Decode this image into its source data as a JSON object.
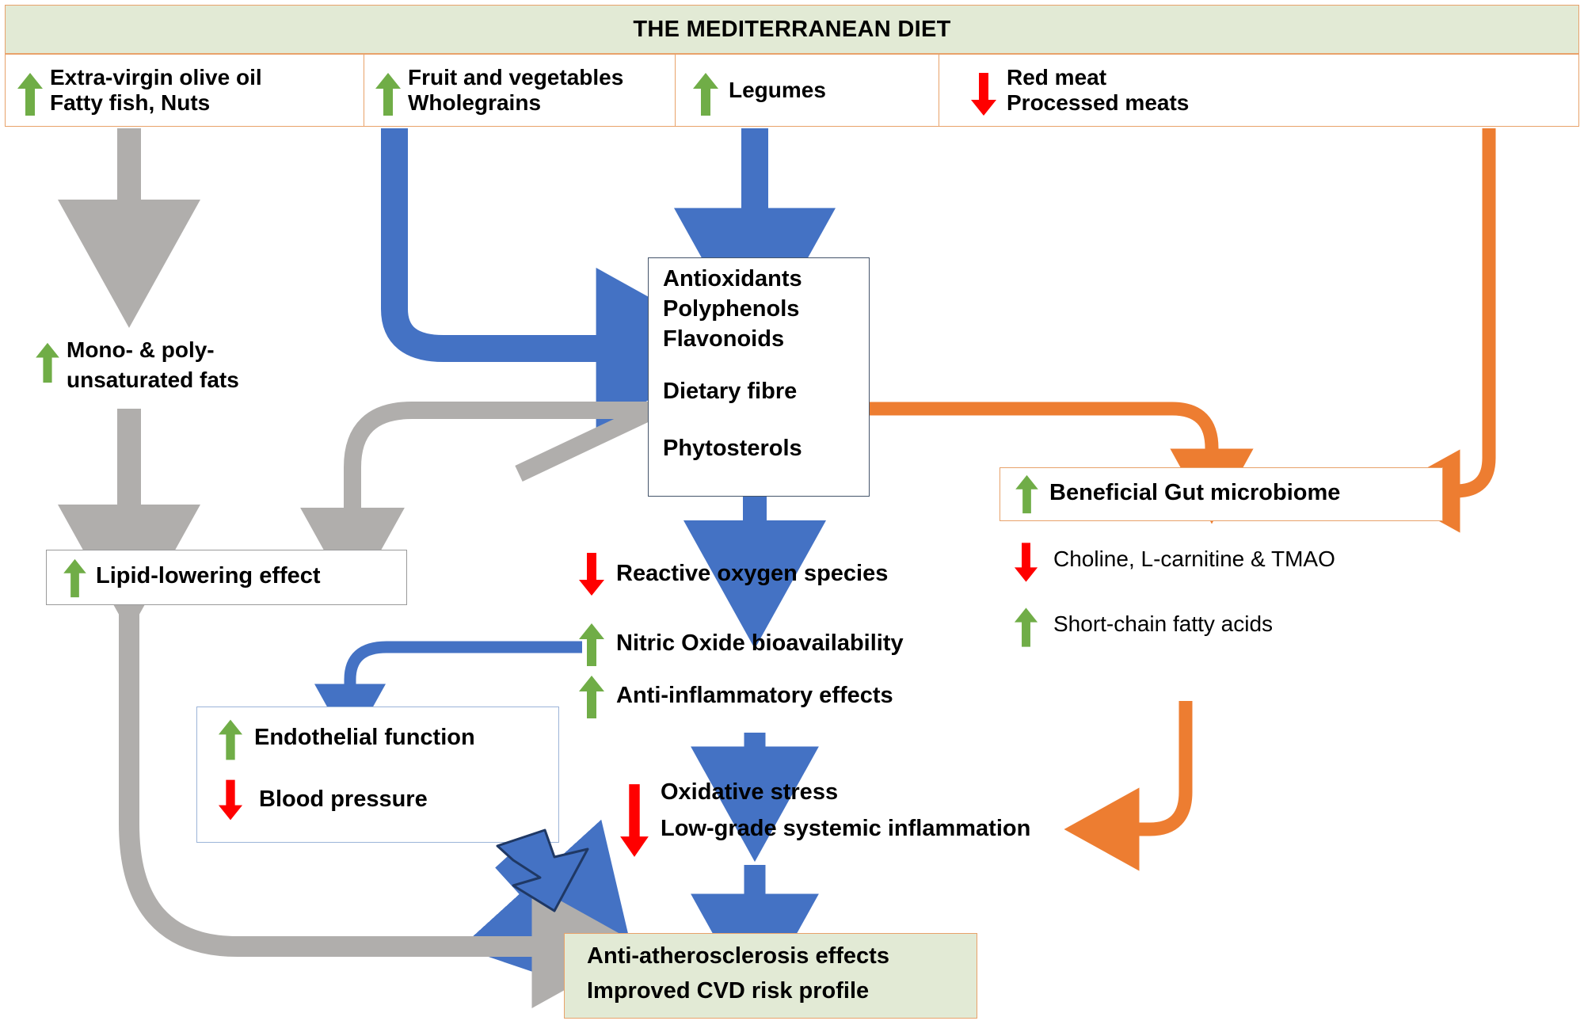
{
  "header": {
    "title": "THE MEDITERRANEAN DIET"
  },
  "colors": {
    "header_fill": "#e2ead5",
    "header_border": "#e8a26a",
    "up_arrow_green": "#70ad47",
    "down_arrow_red": "#ff0000",
    "flow_blue": "#4472c4",
    "flow_gray": "#b0aeac",
    "flow_orange": "#ed7d31",
    "box_navy_border": "#44546a",
    "box_lightblue_border": "#9cb4d8",
    "box_orange_border": "#e8a26a",
    "outcome_fill": "#e2ead5"
  },
  "diet_components": [
    {
      "name": "olive-oil",
      "direction": "up",
      "lines": [
        "Extra-virgin olive oil",
        "Fatty fish, Nuts"
      ]
    },
    {
      "name": "fruit-veg",
      "direction": "up",
      "lines": [
        "Fruit and vegetables",
        "Wholegrains"
      ]
    },
    {
      "name": "legumes",
      "direction": "up",
      "lines": [
        "Legumes"
      ]
    },
    {
      "name": "red-meat",
      "direction": "down",
      "lines": [
        "Red meat",
        "Processed meats"
      ]
    }
  ],
  "nodes": {
    "unsat_fats": {
      "direction": "up",
      "lines": [
        "Mono- & poly-",
        "unsaturated fats"
      ]
    },
    "phytochem_box": {
      "lines": [
        "Antioxidants",
        "Polyphenols",
        "Flavonoids",
        "Dietary fibre",
        "Phytosterols"
      ]
    },
    "lipid_lowering": {
      "direction": "up",
      "label": "Lipid-lowering effect"
    },
    "gut_microbiome": {
      "direction": "up",
      "label": "Beneficial Gut microbiome"
    },
    "choline_tmao": {
      "direction": "down",
      "label": "Choline, L-carnitine & TMAO"
    },
    "scfa": {
      "direction": "up",
      "label": "Short-chain fatty acids"
    },
    "ros": {
      "direction": "down",
      "label": "Reactive oxygen species"
    },
    "nitric_oxide": {
      "direction": "up",
      "label": "Nitric Oxide bioavailability"
    },
    "anti_inflammatory": {
      "direction": "up",
      "label": "Anti-inflammatory effects"
    },
    "endothelial_box": {
      "rows": [
        {
          "direction": "up",
          "label": "Endothelial function"
        },
        {
          "direction": "down",
          "label": "Blood pressure"
        }
      ]
    },
    "oxidative_stress": {
      "direction": "down",
      "lines": [
        "Oxidative stress",
        "Low-grade systemic inflammation"
      ]
    },
    "outcome": {
      "lines": [
        "Anti-atherosclerosis effects",
        "Improved CVD risk profile"
      ]
    }
  },
  "icons": {
    "up": "up-arrow-icon",
    "down": "down-arrow-icon"
  },
  "connectors": [
    {
      "name": "olive-oil-to-unsat-fats",
      "color": "gray"
    },
    {
      "name": "fruitveg-to-phytochem-left",
      "color": "blue"
    },
    {
      "name": "fruitveg-to-phytochem-top",
      "color": "blue"
    },
    {
      "name": "unsat-fats-to-lipid-lowering",
      "color": "gray"
    },
    {
      "name": "fibre-phytosterols-to-lipid-lowering",
      "color": "gray"
    },
    {
      "name": "fibre-to-gut-microbiome",
      "color": "orange"
    },
    {
      "name": "redmeat-to-gut-microbiome",
      "color": "orange"
    },
    {
      "name": "phytochem-to-ros",
      "color": "blue"
    },
    {
      "name": "nitric-oxide-to-endothelial",
      "color": "blue"
    },
    {
      "name": "anti-inflammatory-to-oxidative-stress",
      "color": "blue"
    },
    {
      "name": "oxidative-stress-to-outcome",
      "color": "blue"
    },
    {
      "name": "endothelial-to-outcome",
      "color": "blue"
    },
    {
      "name": "lipid-lowering-to-outcome",
      "color": "gray"
    },
    {
      "name": "scfa-to-inflammation",
      "color": "orange"
    }
  ]
}
